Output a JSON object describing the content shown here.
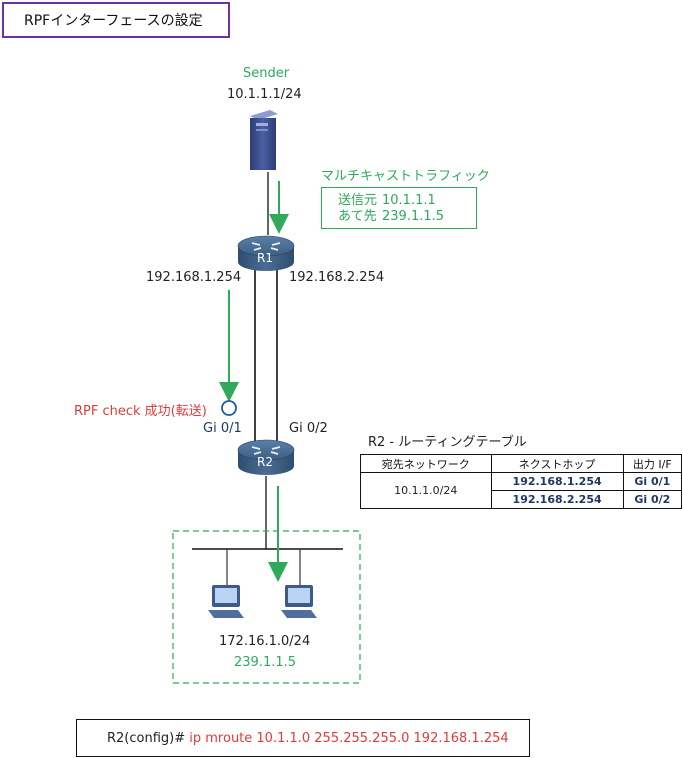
{
  "title": "RPFインターフェースの設定",
  "sender": {
    "label": "Sender",
    "address": "10.1.1.1/24"
  },
  "multicast": {
    "heading": "マルチキャストトラフィック",
    "source_label": "送信元",
    "source_value": "10.1.1.1",
    "dest_label": "あて先",
    "dest_value": "239.1.1.5"
  },
  "r1": {
    "name": "R1",
    "left_ip": "192.168.1.254",
    "right_ip": "192.168.2.254"
  },
  "r2": {
    "name": "R2",
    "if_left": "Gi 0/1",
    "if_right": "Gi 0/2"
  },
  "rpf_check": "RPF check 成功(転送)",
  "routing_table": {
    "title": "R2 - ルーティングテーブル",
    "headers": [
      "宛先ネットワーク",
      "ネクストホップ",
      "出力 I/F"
    ],
    "destination": "10.1.1.0/24",
    "rows": [
      {
        "next_hop": "192.168.1.254",
        "interface": "Gi 0/1"
      },
      {
        "next_hop": "192.168.2.254",
        "interface": "Gi 0/2"
      }
    ]
  },
  "lan": {
    "network": "172.16.1.0/24",
    "group": "239.1.1.5"
  },
  "command": {
    "prompt": "R2(config)# ",
    "text": "ip mroute 10.1.1.0 255.255.255.0 192.168.1.254"
  },
  "colors": {
    "green": "#2eaa5a",
    "red": "#e33a3a",
    "navy": "#1f3864",
    "purple": "#7030a0"
  }
}
